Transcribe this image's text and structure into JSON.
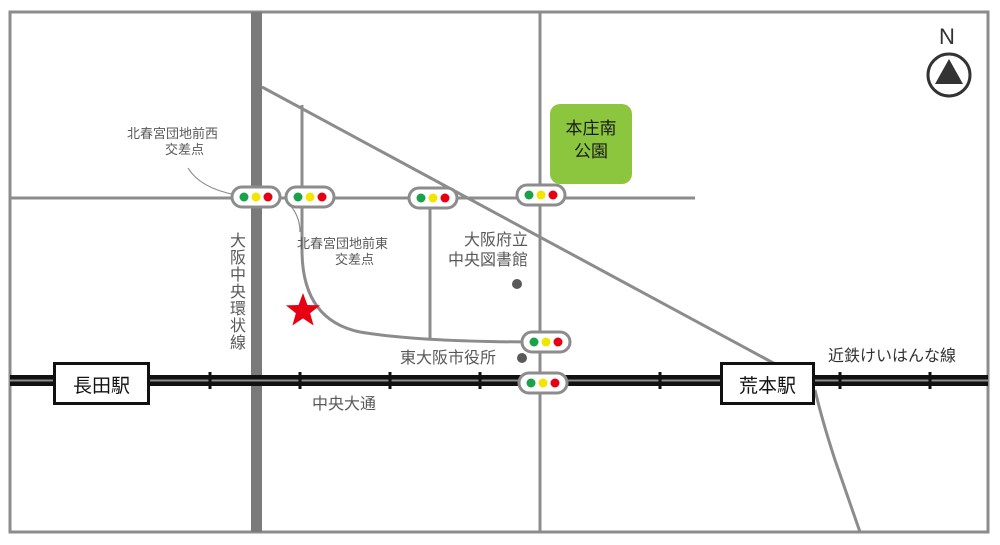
{
  "colors": {
    "road": "#8c8c8c",
    "major_road": "#7a7a7a",
    "rail": "#111111",
    "park": "#8cc63f",
    "star": "#e60012",
    "signal_green": "#1aa24a",
    "signal_yellow": "#f2e600",
    "signal_red": "#e60012"
  },
  "stations": {
    "nagata": "長田駅",
    "aramoto": "荒本駅"
  },
  "park": {
    "line1": "本庄南",
    "line2": "公園"
  },
  "railway": {
    "name": "近鉄けいはんな線"
  },
  "roads": {
    "chuo_odori": "中央大通",
    "osaka_chuo_kanjo": "大阪中央環状線"
  },
  "landmarks": {
    "library_line1": "大阪府立",
    "library_line2": "中央図書館",
    "city_hall": "東大阪市役所"
  },
  "intersections": {
    "west_line1": "北春宮団地前西",
    "west_line2": "交差点",
    "east_line1": "北春宮団地前東",
    "east_line2": "交差点"
  },
  "compass": {
    "label": "N",
    "icon": "north-arrow-icon"
  },
  "marker": {
    "icon": "star-icon"
  }
}
